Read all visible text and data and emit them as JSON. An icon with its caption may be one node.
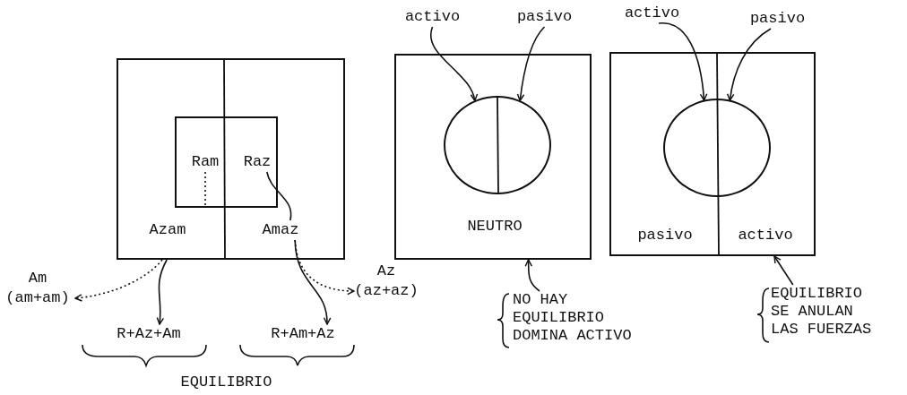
{
  "diagram": {
    "nodes": [
      {
        "text": [],
        "shape": "box"
      },
      {
        "text": [],
        "shape": "box",
        "in": 0
      },
      {
        "text": [
          "Ram"
        ],
        "in": 1
      },
      {
        "text": [
          "Raz"
        ],
        "in": 1
      },
      {
        "text": [
          "Azam"
        ],
        "in": 0
      },
      {
        "text": [
          "Amaz"
        ],
        "in": 0
      },
      {
        "text": [
          "Am",
          "(am+am)"
        ]
      },
      {
        "text": [
          "R+Az+Am"
        ]
      },
      {
        "text": [
          "R+Am+Az"
        ]
      },
      {
        "text": [
          "Az",
          "(az+az)"
        ]
      },
      {
        "text": [
          "NEUTRO"
        ]
      },
      {
        "text": [],
        "shape": "circle",
        "in": 10
      },
      {
        "text": [
          "activo"
        ]
      },
      {
        "text": [
          "pasivo"
        ]
      },
      {
        "text": [
          "NO HAY EQUILIBRIO DOMINA ACTIVO"
        ]
      },
      {
        "text": [
          "pasivo",
          "activo"
        ]
      },
      {
        "text": [],
        "shape": "circle",
        "in": 15
      },
      {
        "text": [
          "activo"
        ]
      },
      {
        "text": [
          "pasivo"
        ]
      },
      {
        "text": [
          "EQUILIBRIO SE ANULAN LAS FUERZAS"
        ]
      }
    ],
    "edges": [
      {
        "from": 2,
        "to": null,
        "arrow": "none",
        "style": "dashed"
      },
      {
        "from": 3,
        "to": 5,
        "arrow": "none"
      },
      {
        "from": 0,
        "to": 6,
        "arrow": "to",
        "style": "dashed"
      },
      {
        "from": 0,
        "to": 7,
        "arrow": "to"
      },
      {
        "from": 5,
        "to": 8,
        "arrow": "to"
      },
      {
        "from": 5,
        "to": 9,
        "arrow": "to",
        "style": "dashed"
      },
      {
        "from": 12,
        "to": 11,
        "arrow": "to"
      },
      {
        "from": 13,
        "to": 11,
        "arrow": "to"
      },
      {
        "from": 17,
        "to": 16,
        "arrow": "to"
      },
      {
        "from": 18,
        "to": 16,
        "arrow": "to"
      },
      {
        "from": 14,
        "to": 10,
        "arrow": "to"
      },
      {
        "from": 19,
        "to": 15,
        "arrow": "to"
      }
    ],
    "labels": [
      "EQUILIBRIO"
    ]
  }
}
